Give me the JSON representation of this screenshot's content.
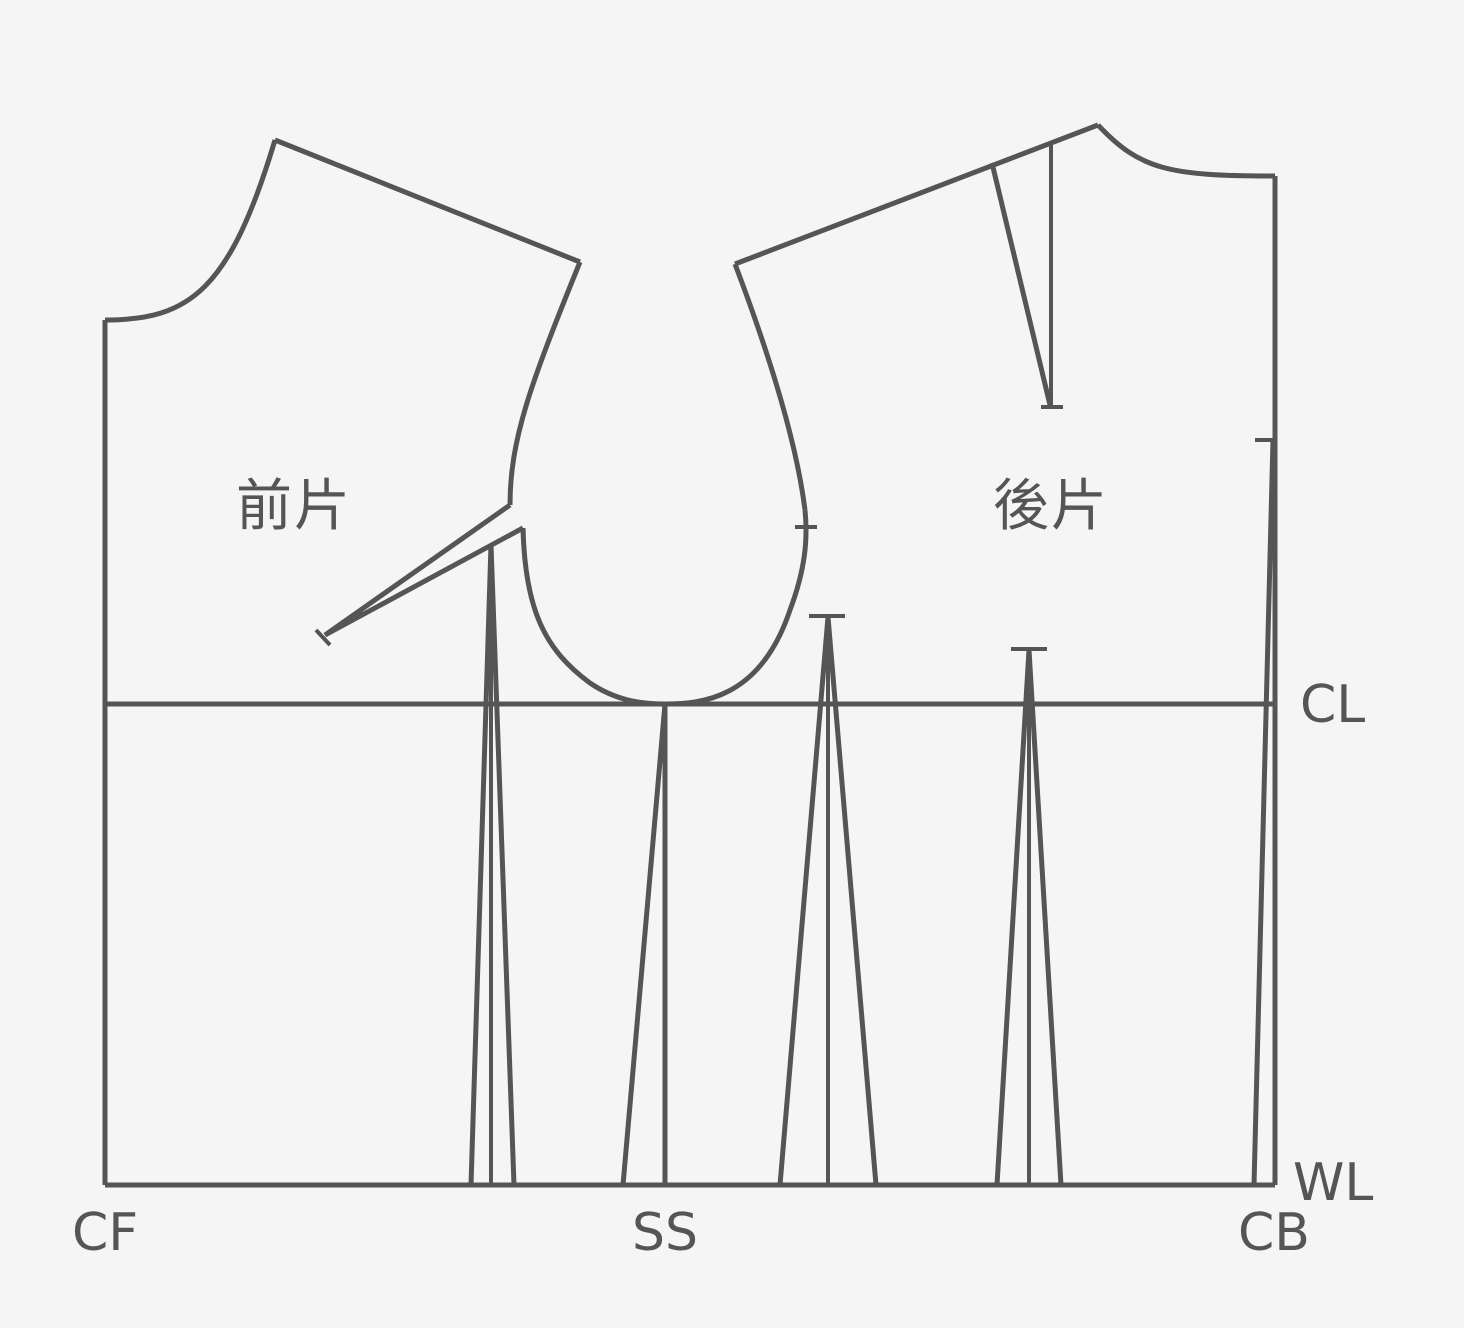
{
  "pieces": {
    "front_label": "前片",
    "back_label": "後片"
  },
  "reference_lines": {
    "chest_line": "CL",
    "waist_line": "WL",
    "center_front": "CF",
    "side_seam": "SS",
    "center_back": "CB"
  },
  "colors": {
    "line": "#555555",
    "background": "#f5f5f5"
  }
}
